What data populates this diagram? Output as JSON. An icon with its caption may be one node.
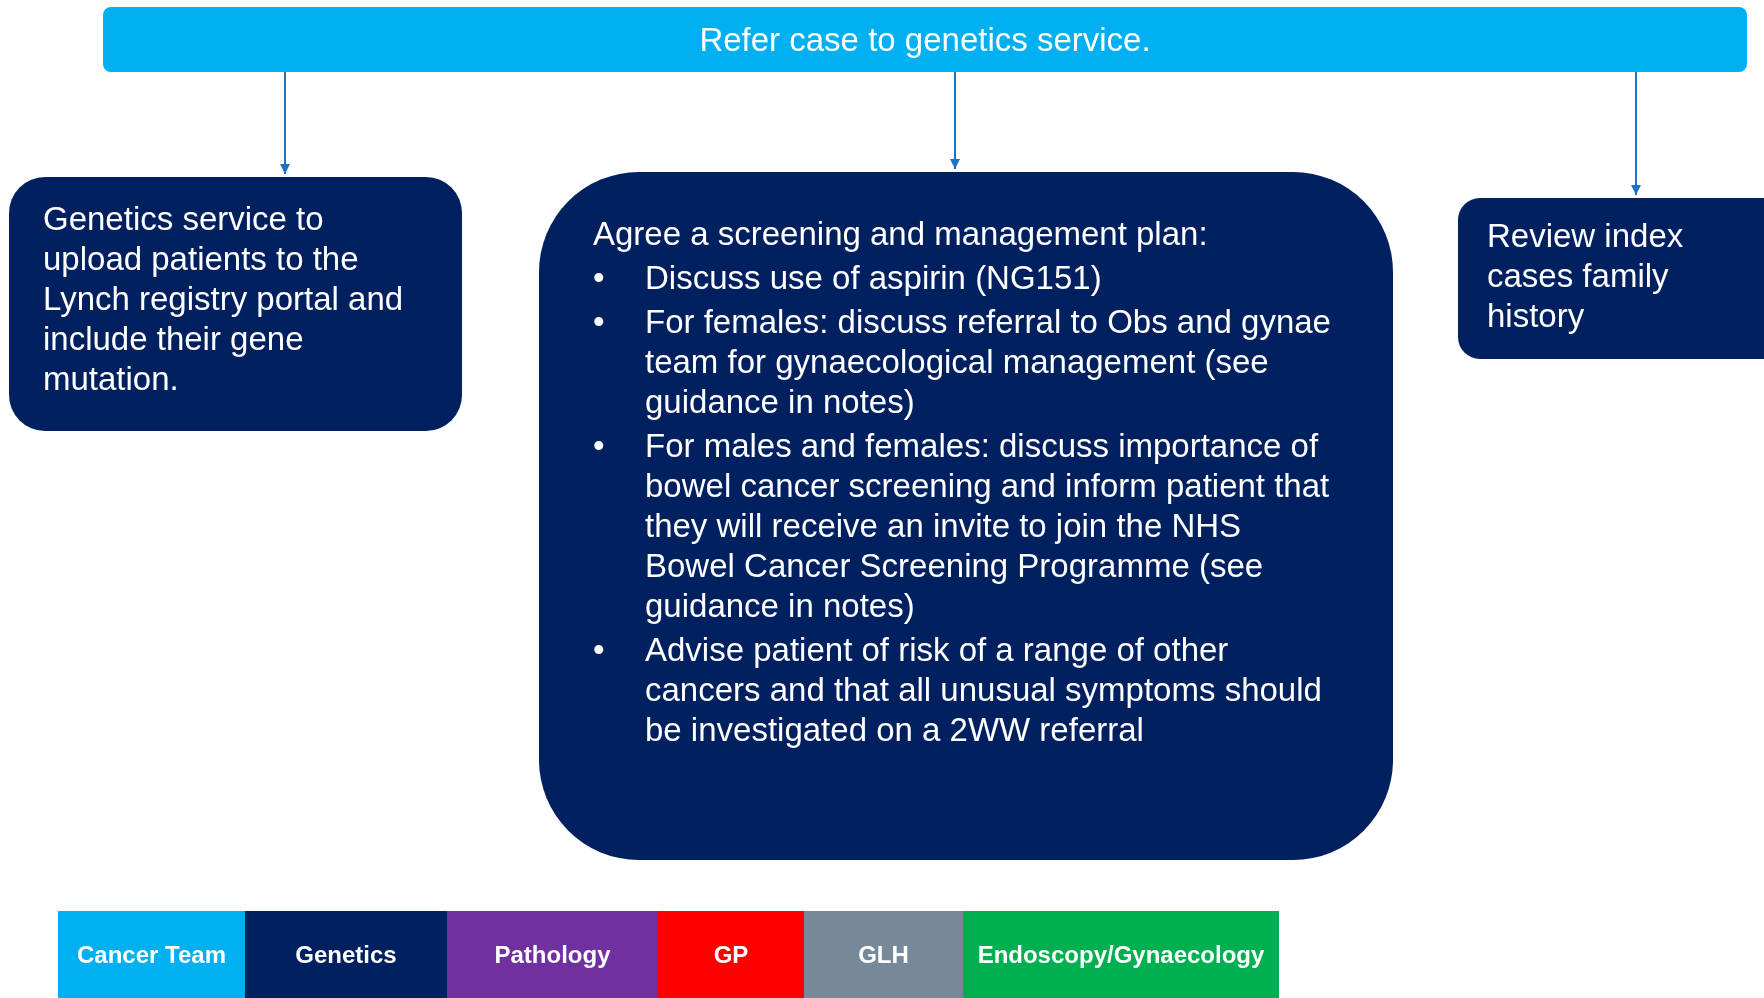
{
  "diagram": {
    "nodes": [
      {
        "text": [
          "Refer case to genetics service."
        ]
      },
      {
        "text": [
          "Genetics service to upload patients to the Lynch registry portal and include their gene mutation."
        ]
      },
      {
        "text": [
          "Agree a screening and management plan:",
          "•",
          "Discuss use of aspirin (NG151)",
          "•",
          "For females: discuss referral to Obs and gynae team for gynaecological management (see guidance in notes)",
          "•",
          "For males and females: discuss importance of bowel cancer screening and inform patient that they will receive an invite to join the NHS Bowel Cancer Screening Programme (see guidance in notes)",
          "•",
          "Advise patient of risk of a range of other cancers and that all unusual symptoms should be investigated on a 2WW referral"
        ]
      },
      {
        "text": [
          "Review index cases family history"
        ]
      }
    ],
    "edges": [
      {
        "from": 0,
        "to": 1,
        "arrow": "to"
      },
      {
        "from": 0,
        "to": 2,
        "arrow": "to"
      },
      {
        "from": 0,
        "to": 3,
        "arrow": "to"
      }
    ],
    "legend": [
      {
        "text": "Cancer Team",
        "color": "#00b0f0"
      },
      {
        "text": "Genetics",
        "color": "#002060"
      },
      {
        "text": "Pathology",
        "color": "#7030a0"
      },
      {
        "text": "GP",
        "color": "#ff0000"
      },
      {
        "text": "GLH",
        "color": "#778899"
      },
      {
        "text": "Endoscopy/Gynaecology",
        "color": "#00b050"
      }
    ]
  }
}
